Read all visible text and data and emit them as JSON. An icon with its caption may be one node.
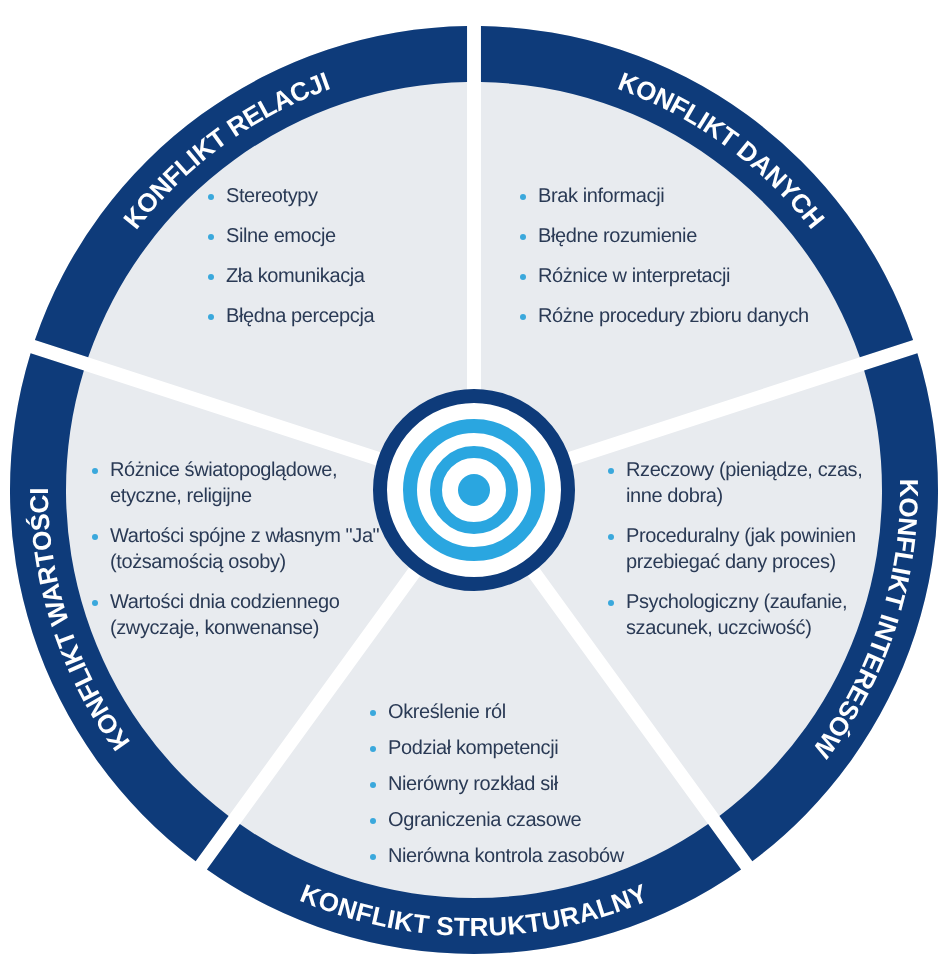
{
  "diagram": {
    "nodes": [
      {
        "text": [
          "KONFLIKT RELACJI",
          "Stereotypy",
          "Silne emocje",
          "Zła komunikacja",
          "Błędna percepcja"
        ]
      },
      {
        "text": [
          "KONFLIKT DANYCH",
          "Brak informacji",
          "Błędne rozumienie",
          "Różnice w interpretacji",
          "Różne procedury zbioru danych"
        ]
      },
      {
        "text": [
          "KONFLIKT INTERESÓW",
          "Rzeczowy (pieniądze, czas, inne dobra)",
          "Proceduralny (jak powinien przebiegać dany proces)",
          "Psychologiczny (zaufanie, szacunek, uczciwość)"
        ]
      },
      {
        "text": [
          "Określenie ról",
          "Podział kompetencji",
          "Nierówny rozkład sił",
          "Ograniczenia czasowe",
          "Nierówna kontrola zasobów",
          "KONFLIKT STRUKTURALNY"
        ]
      },
      {
        "text": [
          "KONFLIKT WARTOŚCI",
          "Różnice światopoglądowe, etyczne, religijne",
          "Wartości spójne z własnym \"Ja\" (tożsamością osoby)",
          "Wartości dnia codziennego (zwyczaje, konwenanse)"
        ]
      }
    ]
  }
}
